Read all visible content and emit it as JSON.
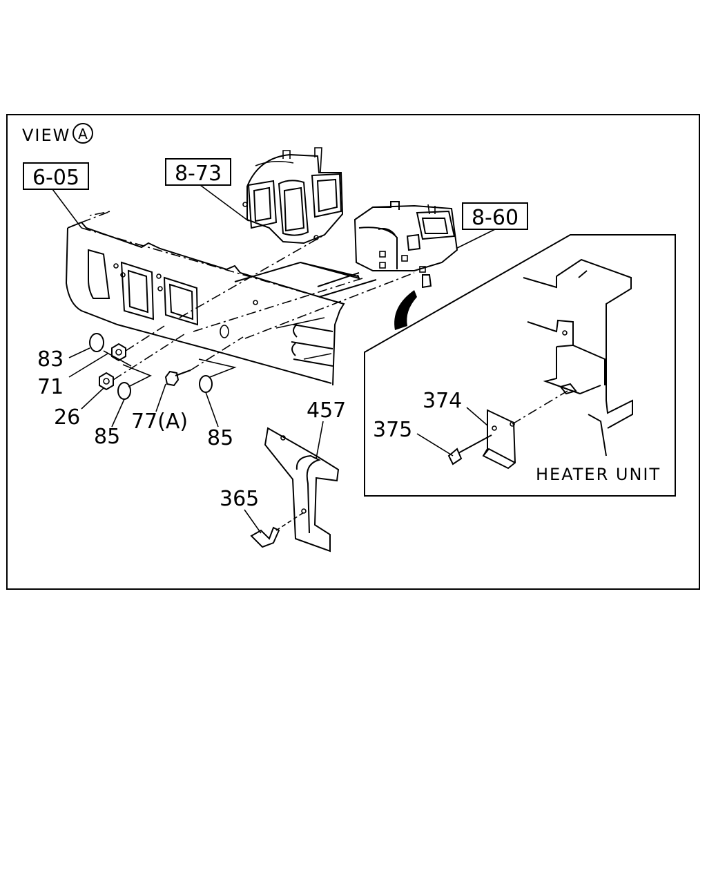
{
  "view": {
    "prefix": "VIEW",
    "letter": "A"
  },
  "ref_boxes": [
    {
      "id": "ref-6-05",
      "text": "6-05"
    },
    {
      "id": "ref-8-73",
      "text": "8-73"
    },
    {
      "id": "ref-8-60",
      "text": "8-60"
    }
  ],
  "part_labels": {
    "p83": "83",
    "p71": "71",
    "p26": "26",
    "p85a": "85",
    "p77": "77(A)",
    "p85b": "85",
    "p457": "457",
    "p365": "365",
    "p374": "374",
    "p375": "375"
  },
  "inset": {
    "caption": "HEATER UNIT"
  }
}
